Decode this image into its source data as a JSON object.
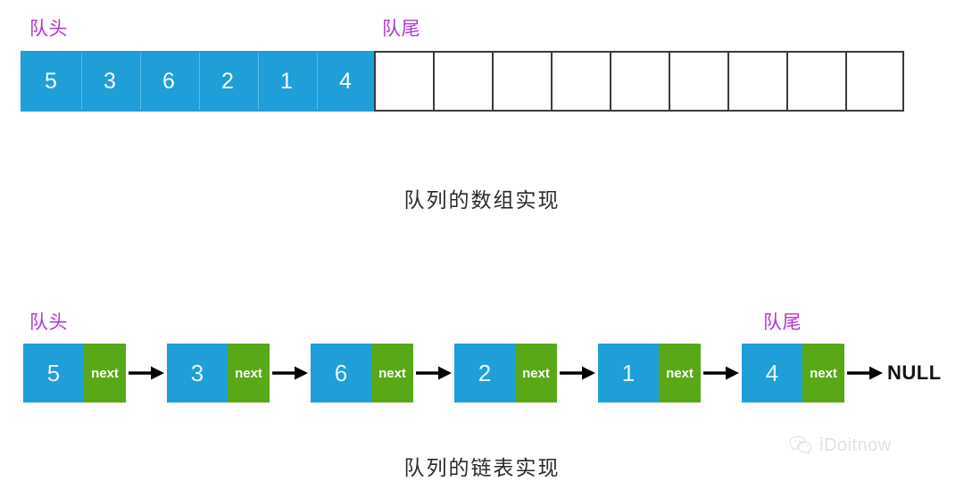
{
  "diagram": {
    "array_section": {
      "head_label": "队头",
      "tail_label": "队尾",
      "caption": "队列的数组实现",
      "total_cells": 15,
      "cells": [
        {
          "value": "5",
          "filled": true
        },
        {
          "value": "3",
          "filled": true
        },
        {
          "value": "6",
          "filled": true
        },
        {
          "value": "2",
          "filled": true
        },
        {
          "value": "1",
          "filled": true
        },
        {
          "value": "4",
          "filled": true
        },
        {
          "value": "",
          "filled": false
        },
        {
          "value": "",
          "filled": false
        },
        {
          "value": "",
          "filled": false
        },
        {
          "value": "",
          "filled": false
        },
        {
          "value": "",
          "filled": false
        },
        {
          "value": "",
          "filled": false
        },
        {
          "value": "",
          "filled": false
        },
        {
          "value": "",
          "filled": false
        },
        {
          "value": "",
          "filled": false
        }
      ]
    },
    "list_section": {
      "head_label": "队头",
      "tail_label": "队尾",
      "caption": "队列的链表实现",
      "next_label": "next",
      "terminator": "NULL",
      "nodes": [
        {
          "value": "5",
          "next_label": "next"
        },
        {
          "value": "3",
          "next_label": "next"
        },
        {
          "value": "6",
          "next_label": "next"
        },
        {
          "value": "2",
          "next_label": "next"
        },
        {
          "value": "1",
          "next_label": "next"
        },
        {
          "value": "4",
          "next_label": "next"
        }
      ]
    },
    "watermark": {
      "text": "iDoitnow",
      "icon": "wechat-icon"
    },
    "colors": {
      "fill_blue": "#1f9ed8",
      "next_green": "#59a818",
      "label_purple": "#b336d6",
      "cell_border": "#3b3b3b",
      "caption_text": "#2b2b2b",
      "watermark_gray": "#c9c9c9",
      "background": "#ffffff"
    }
  }
}
